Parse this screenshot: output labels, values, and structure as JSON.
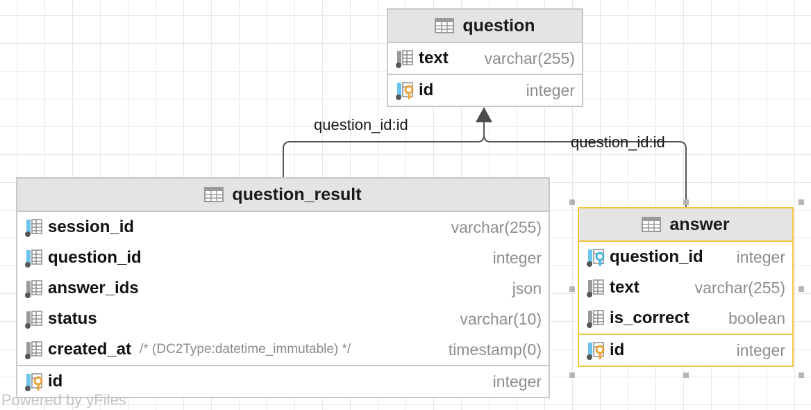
{
  "tables": {
    "question": {
      "name": "question",
      "columns": [
        {
          "name": "text",
          "type": "varchar(255)"
        }
      ],
      "pk": {
        "name": "id",
        "type": "integer"
      }
    },
    "question_result": {
      "name": "question_result",
      "columns": [
        {
          "name": "session_id",
          "type": "varchar(255)"
        },
        {
          "name": "question_id",
          "type": "integer"
        },
        {
          "name": "answer_ids",
          "type": "json"
        },
        {
          "name": "status",
          "type": "varchar(10)"
        },
        {
          "name": "created_at",
          "comment": "/* (DC2Type:datetime_immutable) */",
          "type": "timestamp(0)"
        }
      ],
      "pk": {
        "name": "id",
        "type": "integer"
      }
    },
    "answer": {
      "name": "answer",
      "selected": true,
      "columns": [
        {
          "name": "question_id",
          "type": "integer",
          "fk": true
        },
        {
          "name": "text",
          "type": "varchar(255)"
        },
        {
          "name": "is_correct",
          "type": "boolean"
        }
      ],
      "pk": {
        "name": "id",
        "type": "integer"
      }
    }
  },
  "relations": [
    {
      "label": "question_id:id",
      "from": "question_result",
      "to": "question"
    },
    {
      "label": "question_id:id",
      "from": "answer",
      "to": "question"
    }
  ],
  "watermark": "Powered by yFiles",
  "colors": {
    "header_bg": "#e4e4e4",
    "border": "#c8c8c8",
    "selected_border": "#f2c744",
    "key_gold": "#e8a33d",
    "key_blue": "#4ab3e0",
    "column_blue": "#6cc4ec"
  }
}
